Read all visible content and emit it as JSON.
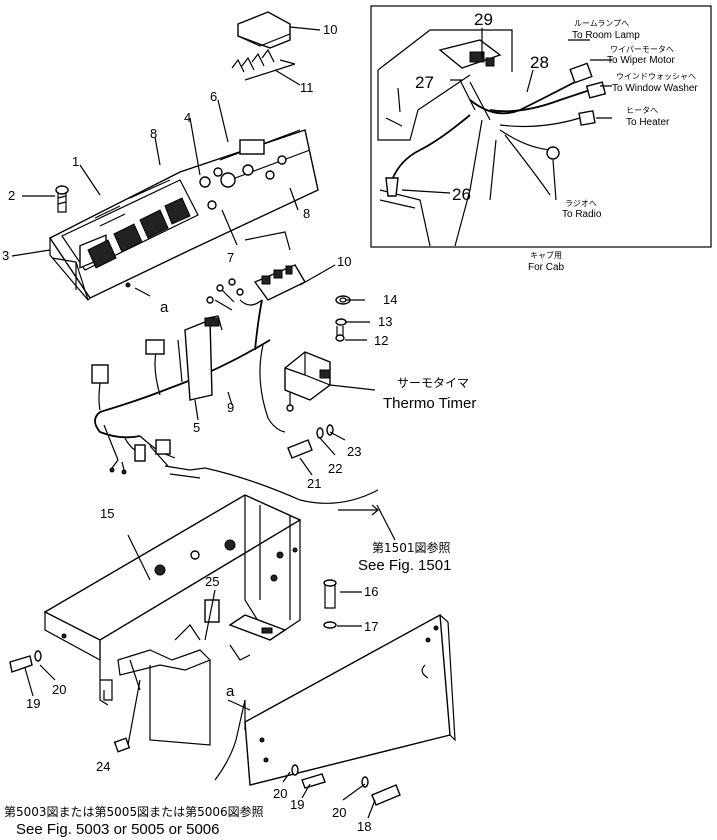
{
  "callouts": {
    "c1": "1",
    "c2": "2",
    "c3": "3",
    "c4": "4",
    "c5": "5",
    "c6": "6",
    "c7": "7",
    "c8a": "8",
    "c8b": "8",
    "c9": "9",
    "c10a": "10",
    "c10b": "10",
    "c11": "11",
    "c12": "12",
    "c13": "13",
    "c14": "14",
    "c15": "15",
    "c16": "16",
    "c17": "17",
    "c18": "18",
    "c19a": "19",
    "c19b": "19",
    "c20a": "20",
    "c20b": "20",
    "c20c": "20",
    "c21": "21",
    "c22": "22",
    "c23": "23",
    "c24": "24",
    "c25": "25",
    "c26": "26",
    "c27": "27",
    "c28": "28",
    "c29": "29",
    "a1": "a",
    "a2": "a"
  },
  "inset": {
    "room_lamp_jp": "ルームランプへ",
    "room_lamp_en": "To Room Lamp",
    "wiper_jp": "ワイパーモータへ",
    "wiper_en": "To Wiper Motor",
    "washer_jp": "ウインドウォッシャへ",
    "washer_en": "To Window Washer",
    "heater_jp": "ヒータへ",
    "heater_en": "To Heater",
    "radio_jp": "ラジオへ",
    "radio_en": "To Radio",
    "caption_jp": "キャブ用",
    "caption_en": "For Cab"
  },
  "labels": {
    "thermo_jp": "サーモタイマ",
    "thermo_en": "Thermo Timer",
    "fig1501_jp": "第1501図参照",
    "fig1501_en": "See Fig. 1501",
    "fig5003_jp": "第5003図または第5005図または第5006図参照",
    "fig5003_en": "See Fig. 5003 or 5005 or 5006"
  }
}
